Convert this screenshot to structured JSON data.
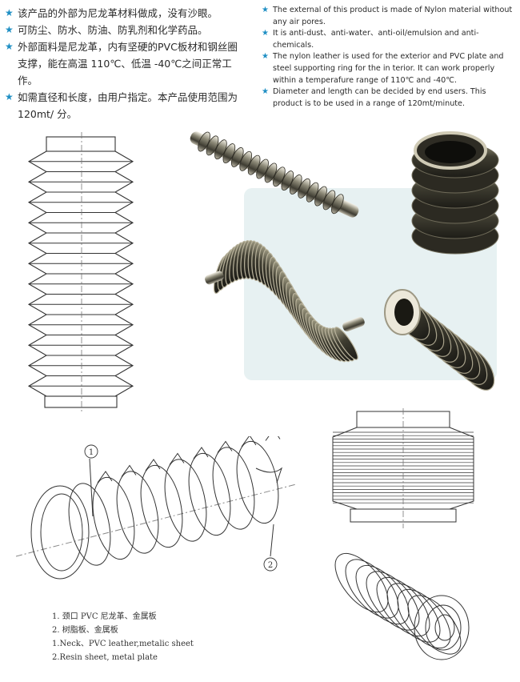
{
  "features_cn": [
    "该产品的外部为尼龙革材料做成，没有沙眼。",
    "可防尘、防水、防油、防乳剂和化学药品。",
    "外部面料是尼龙革，内有坚硬的PVC板材和钢丝圈支撑，能在高温 110℃、低温 -40℃之间正常工作。",
    "如需直径和长度，由用户指定。本产品使用范围为120mt/ 分。"
  ],
  "features_en": [
    "The external of this product is made of Nylon material without any air pores.",
    "It is anti-dust、anti-water、anti-oil/emulsion and anti-chemicals.",
    "The nylon leather is used for the exterior and PVC plate and steel supporting ring for the in terior. It can work properly within a temperafure range of 110℃ and -40℃.",
    "Diameter and length can be decided by end users. This product is to be used in a range of 120mt/minute."
  ],
  "bullet_icon": "star-icon",
  "accent_color": "#1f8fc4",
  "callouts": [
    "1",
    "2"
  ],
  "legend": [
    "1. 颈口 PVC 尼龙革、金属板",
    "2. 树脂板、金属板",
    "1.Neck、PVC leather,metalic sheet",
    "2.Resin sheet, metal plate"
  ]
}
